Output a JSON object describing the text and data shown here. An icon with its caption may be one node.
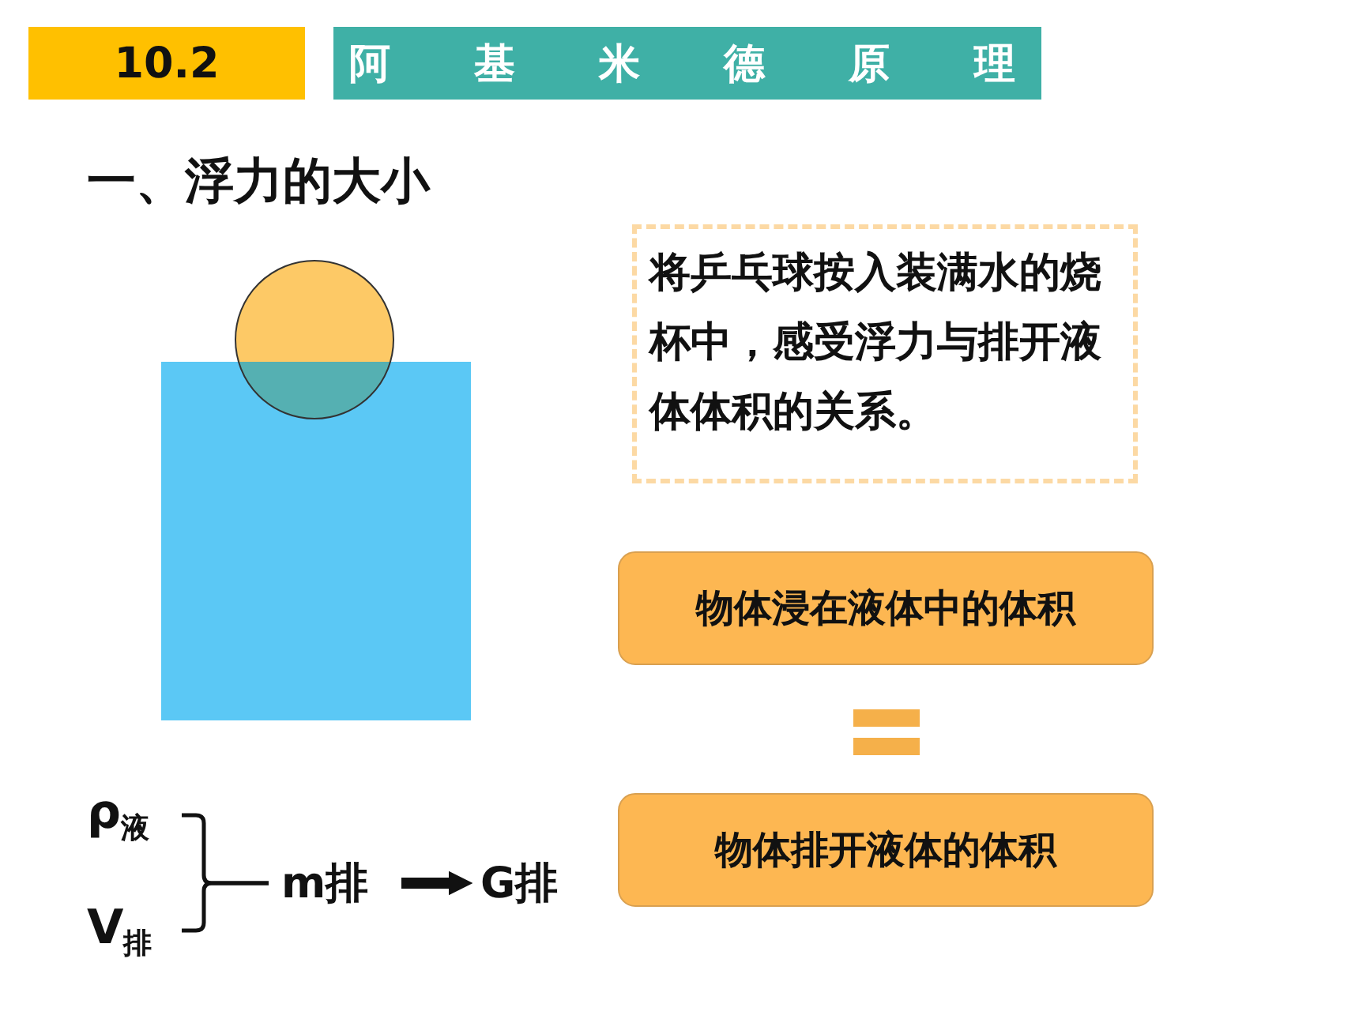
{
  "diagram": {
    "title": "一、浮力的大小",
    "nodes": [
      {
        "text": [
          "10.2"
        ]
      },
      {
        "text": [
          "阿 基 米 德 原 理"
        ]
      },
      {
        "text": [
          "将乒乓球按入装满水的烧杯中，感受浮力与排开液体体积的关系。"
        ]
      },
      {
        "text": [
          "物体浸在液体中的体积"
        ]
      },
      {
        "text": [
          "物体排开液体的体积"
        ]
      },
      {
        "text": [
          "ρ$_{液}$"
        ]
      },
      {
        "text": [
          "V$_{排}$"
        ]
      },
      {
        "text": [
          "m排"
        ]
      },
      {
        "text": [
          "G排"
        ]
      }
    ],
    "edges": [
      {
        "from": 5,
        "to": 7,
        "arrow": "none"
      },
      {
        "from": 6,
        "to": 7,
        "arrow": "none"
      },
      {
        "from": 7,
        "to": 8,
        "arrow": "to",
        "style": "thick"
      }
    ]
  }
}
